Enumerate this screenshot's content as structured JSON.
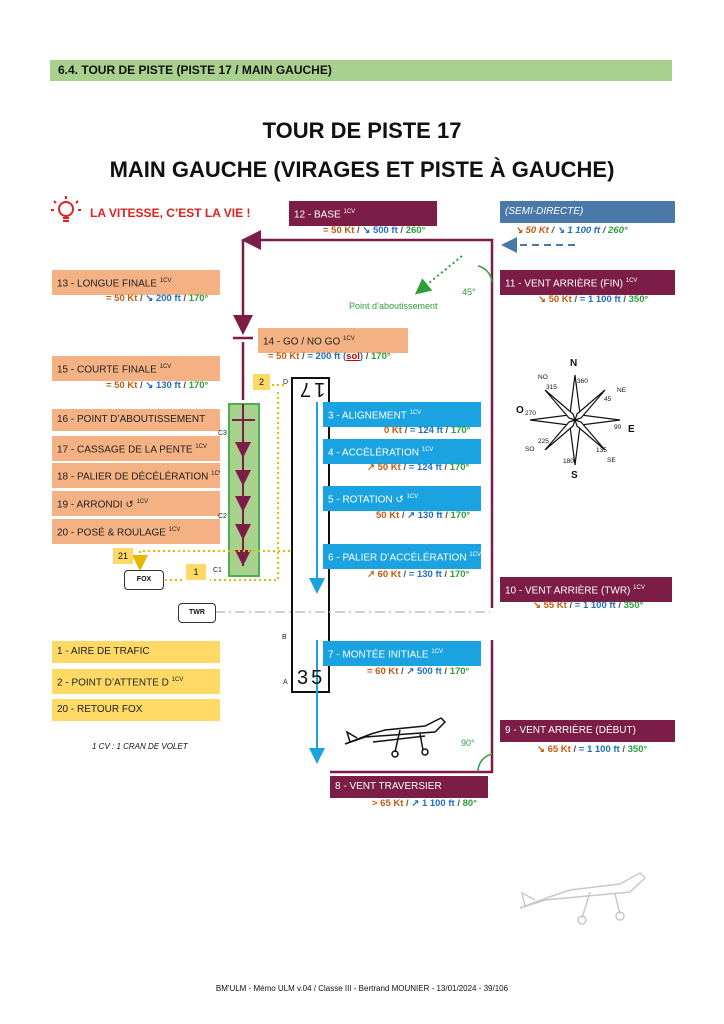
{
  "section": "6.4.    TOUR DE PISTE (PISTE 17 / MAIN GAUCHE)",
  "title1": "TOUR DE PISTE 17",
  "title2": "MAIN GAUCHE (VIRAGES ET PISTE À GAUCHE)",
  "warning": "LA VITESSE, C’EST LA VIE !",
  "cv": "1CV",
  "sep": " / ",
  "labels": {
    "l12": "12 - BASE",
    "semi": "(SEMI-DIRECTE)",
    "l11": "11 - VENT ARRIÈRE (FIN)",
    "l13": "13 - LONGUE FINALE",
    "l14": "14 - GO / NO GO",
    "l15": "15 - COURTE FINALE",
    "l16": "16 - POINT D’ABOUTISSEMENT",
    "l17": "17 - CASSAGE DE LA PENTE",
    "l18": "18 - PALIER DE DÉCÉLÉRATION",
    "l19": "19 - ARRONDI ↺",
    "l20": "20 - POSÉ & ROULAGE",
    "l3": "3 - ALIGNEMENT",
    "l4": "4 - ACCÉLÉRATION",
    "l5": "5 - ROTATION ↺",
    "l6": "6 - PALIER D’ACCÉLÉRATION",
    "l10": "10 - VENT ARRIÈRE (TWR)",
    "l7": "7 - MONTÉE INITIALE",
    "l9": "9 - VENT ARRIÈRE (DÉBUT)",
    "l8": "8 - VENT TRAVERSIER",
    "y1": "1 - AIRE DE TRAFIC",
    "y2": "2 - POINT D’ATTENTE D",
    "y20": "20 - RETOUR FOX"
  },
  "values": {
    "v12": {
      "s": "= 50 Kt",
      "a": "↘ 500 ft",
      "h": "260°"
    },
    "vsemi": {
      "s": "↘ 50 Kt",
      "a": "↘ 1 100 ft",
      "h": "260°"
    },
    "v11": {
      "s": "↘ 50 Kt",
      "a": "= 1 100 ft",
      "h": "350°"
    },
    "v13": {
      "s": "= 50 Kt",
      "a": "↘ 200 ft",
      "h": "170°"
    },
    "v14": {
      "s": "= 50 Kt",
      "a": "= 200 ft",
      "sol": "sol",
      "h": "170°"
    },
    "v15": {
      "s": "= 50 Kt",
      "a": "↘ 130 ft",
      "h": "170°"
    },
    "v3": {
      "s": "0 Kt",
      "a": "= 124 ft",
      "h": "170°"
    },
    "v4": {
      "s": "↗ 50 Kt",
      "a": "= 124 ft",
      "h": "170°"
    },
    "v5": {
      "s": "50 Kt",
      "a": "↗ 130 ft",
      "h": "170°"
    },
    "v6": {
      "s": "↗ 60 Kt",
      "a": "= 130 ft",
      "h": "170°"
    },
    "v10": {
      "s": "↘ 55 Kt",
      "a": "= 1 100 ft",
      "h": "350°"
    },
    "v7": {
      "s": "= 60 Kt",
      "a": "↗ 500 ft",
      "h": "170°"
    },
    "v9": {
      "s": "↘ 65 Kt",
      "a": "= 1 100 ft",
      "h": "350°"
    },
    "v8": {
      "s": "> 65 Kt",
      "a": "↗ 1 100 ft",
      "h": "80°"
    }
  },
  "annotations": {
    "point": "Point d’aboutissement",
    "deg45": "45°",
    "deg90": "90°",
    "note": "1 CV : 1 CRAN DE VOLET",
    "fox": "FOX",
    "twr": "TWR",
    "n21": "21",
    "n1": "1",
    "n2": "2",
    "D": "D",
    "B": "B",
    "A": "A",
    "C1": "C1",
    "C2": "C2",
    "C3": "C3",
    "r17": "17",
    "r35": "35"
  },
  "compass": {
    "N": "N",
    "S": "S",
    "E": "E",
    "O": "O",
    "NO": "NO",
    "NE": "NE",
    "SO": "SO",
    "SE": "SE",
    "d360": "360",
    "d180": "180",
    "d90": "90",
    "d270": "270",
    "d315": "315",
    "d45": "45",
    "d225": "225",
    "d135": "135"
  },
  "colors": {
    "green_header": "#a9d18e",
    "orange": "#f4b183",
    "blue": "#1aa3e0",
    "maroon": "#7b1d46",
    "steel": "#4a78a8",
    "yellow": "#ffd966",
    "speed": "#c55a11",
    "altitude": "#1f6fc0",
    "heading": "#2e9e3c"
  },
  "footer": "BM'ULM - Mémo ULM v.04 / Classe III - Bertrand MOUNIER - 13/01/2024 - 39/106"
}
